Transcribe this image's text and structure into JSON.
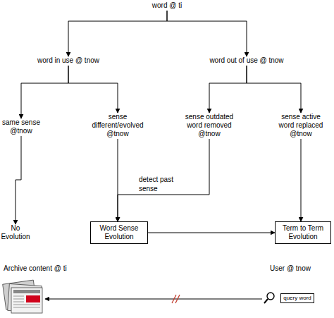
{
  "diagram": {
    "nodes": [
      {
        "text": [
          "word @ ti"
        ]
      },
      {
        "text": [
          "word in use @ tnow"
        ]
      },
      {
        "text": [
          "word out of use @ tnow"
        ]
      },
      {
        "text": [
          "same sense @tnow"
        ]
      },
      {
        "text": [
          "sense different/evolved @tnow"
        ]
      },
      {
        "text": [
          "sense outdated word removed @tnow"
        ]
      },
      {
        "text": [
          "sense active word replaced @tnow"
        ]
      },
      {
        "text": [
          "No Evolution"
        ]
      },
      {
        "text": [
          "Word Sense Evolution"
        ]
      },
      {
        "text": [
          "Term to Term Evolution"
        ]
      },
      {
        "text": [
          "query word"
        ]
      }
    ],
    "edges": [
      {
        "from": 0,
        "to": 1,
        "arrow": "to"
      },
      {
        "from": 0,
        "to": 2,
        "arrow": "to"
      },
      {
        "from": 1,
        "to": 3,
        "arrow": "to"
      },
      {
        "from": 1,
        "to": 4,
        "arrow": "to"
      },
      {
        "from": 2,
        "to": 5,
        "arrow": "to"
      },
      {
        "from": 2,
        "to": 6,
        "arrow": "to"
      },
      {
        "from": 3,
        "to": 7,
        "arrow": "to"
      },
      {
        "from": 4,
        "to": 8,
        "arrow": "to"
      },
      {
        "from": 5,
        "to": 8,
        "label": "detect past sense",
        "arrow": "to"
      },
      {
        "from": 6,
        "to": 9,
        "arrow": "to"
      },
      {
        "from": 8,
        "to": 9,
        "arrow": "to"
      }
    ],
    "labels": [
      "Archive content @ ti",
      "User @ tnow"
    ]
  }
}
